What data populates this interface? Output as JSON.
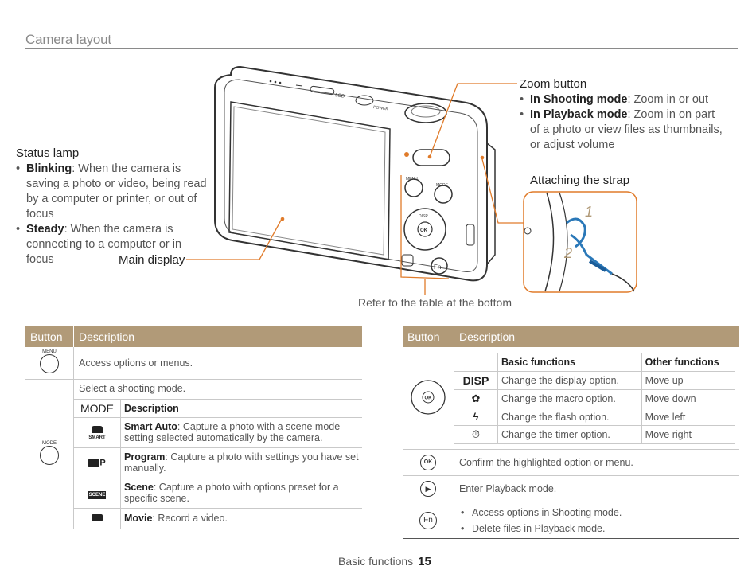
{
  "section_title": "Camera layout",
  "callouts": {
    "status_lamp": {
      "title": "Status lamp",
      "bullets": [
        {
          "term": "Blinking",
          "text": ": When the camera is saving a photo or video, being read by a computer or printer, or out of focus"
        },
        {
          "term": "Steady",
          "text": ": When the camera is connecting to a computer or in focus"
        }
      ]
    },
    "main_display": {
      "title": "Main display"
    },
    "zoom_button": {
      "title": "Zoom button",
      "bullets": [
        {
          "term": "In Shooting mode",
          "text": ": Zoom in or out"
        },
        {
          "term": "In Playback mode",
          "text": ": Zoom in on part of a photo or view files as thumbnails, or adjust volume"
        }
      ]
    },
    "strap": {
      "title": "Attaching the strap",
      "step1": "1",
      "step2": "2"
    },
    "refer": "Refer to the table at the bottom"
  },
  "camera_labels": {
    "lcd": "LCD",
    "power": "POWER",
    "menu": "MENU",
    "mode": "MODE",
    "disp": "DISP",
    "ok": "OK",
    "fn": "Fn"
  },
  "left_table": {
    "headers": {
      "button": "Button",
      "description": "Description"
    },
    "menu_row": {
      "icon_label": "MENU",
      "description": "Access options or menus."
    },
    "mode_row": {
      "icon_label": "MODE",
      "intro": "Select a shooting mode.",
      "sub_headers": {
        "mode": "MODE",
        "description": "Description"
      },
      "modes": [
        {
          "icon": "smart-auto-icon",
          "icon_text": "SMART",
          "term": "Smart Auto",
          "text": ": Capture a photo with a scene mode setting selected automatically by the camera."
        },
        {
          "icon": "program-icon",
          "icon_text": "P",
          "term": "Program",
          "text": ": Capture a photo with settings you have set manually."
        },
        {
          "icon": "scene-icon",
          "icon_text": "SCENE",
          "term": "Scene",
          "text": ": Capture a photo with options preset for a specific scene."
        },
        {
          "icon": "movie-icon",
          "icon_text": "",
          "term": "Movie",
          "text": ": Record a video."
        }
      ]
    }
  },
  "right_table": {
    "headers": {
      "button": "Button",
      "description": "Description"
    },
    "nav_row": {
      "sub_headers": {
        "basic": "Basic functions",
        "other": "Other functions"
      },
      "rows": [
        {
          "icon": "disp-icon",
          "icon_text": "DISP",
          "basic": "Change the display option.",
          "other": "Move up"
        },
        {
          "icon": "macro-icon",
          "icon_text": "✿",
          "basic": "Change the macro option.",
          "other": "Move down"
        },
        {
          "icon": "flash-icon",
          "icon_text": "ϟ",
          "basic": "Change the flash option.",
          "other": "Move left"
        },
        {
          "icon": "timer-icon",
          "icon_text": "⏱",
          "basic": "Change the timer option.",
          "other": "Move right"
        }
      ]
    },
    "ok_row": {
      "icon_text": "OK",
      "description": "Confirm the highlighted option or menu."
    },
    "play_row": {
      "icon_text": "▶",
      "description": "Enter Playback mode."
    },
    "fn_row": {
      "icon_text": "Fn",
      "bullets": [
        "Access options in Shooting mode.",
        "Delete files in Playback mode."
      ]
    }
  },
  "footer": {
    "text": "Basic functions",
    "page": "15"
  }
}
